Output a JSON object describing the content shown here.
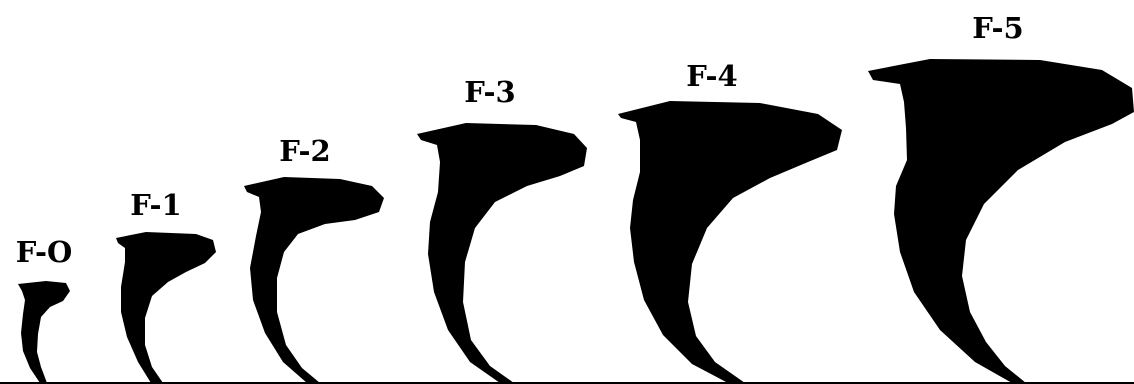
{
  "colors": {
    "background": "#ffffff",
    "funnel": "#000000",
    "text": "#000000"
  },
  "tornadoes": [
    {
      "label": "F-O"
    },
    {
      "label": "F-1"
    },
    {
      "label": "F-2"
    },
    {
      "label": "F-3"
    },
    {
      "label": "F-4"
    },
    {
      "label": "F-5"
    }
  ]
}
